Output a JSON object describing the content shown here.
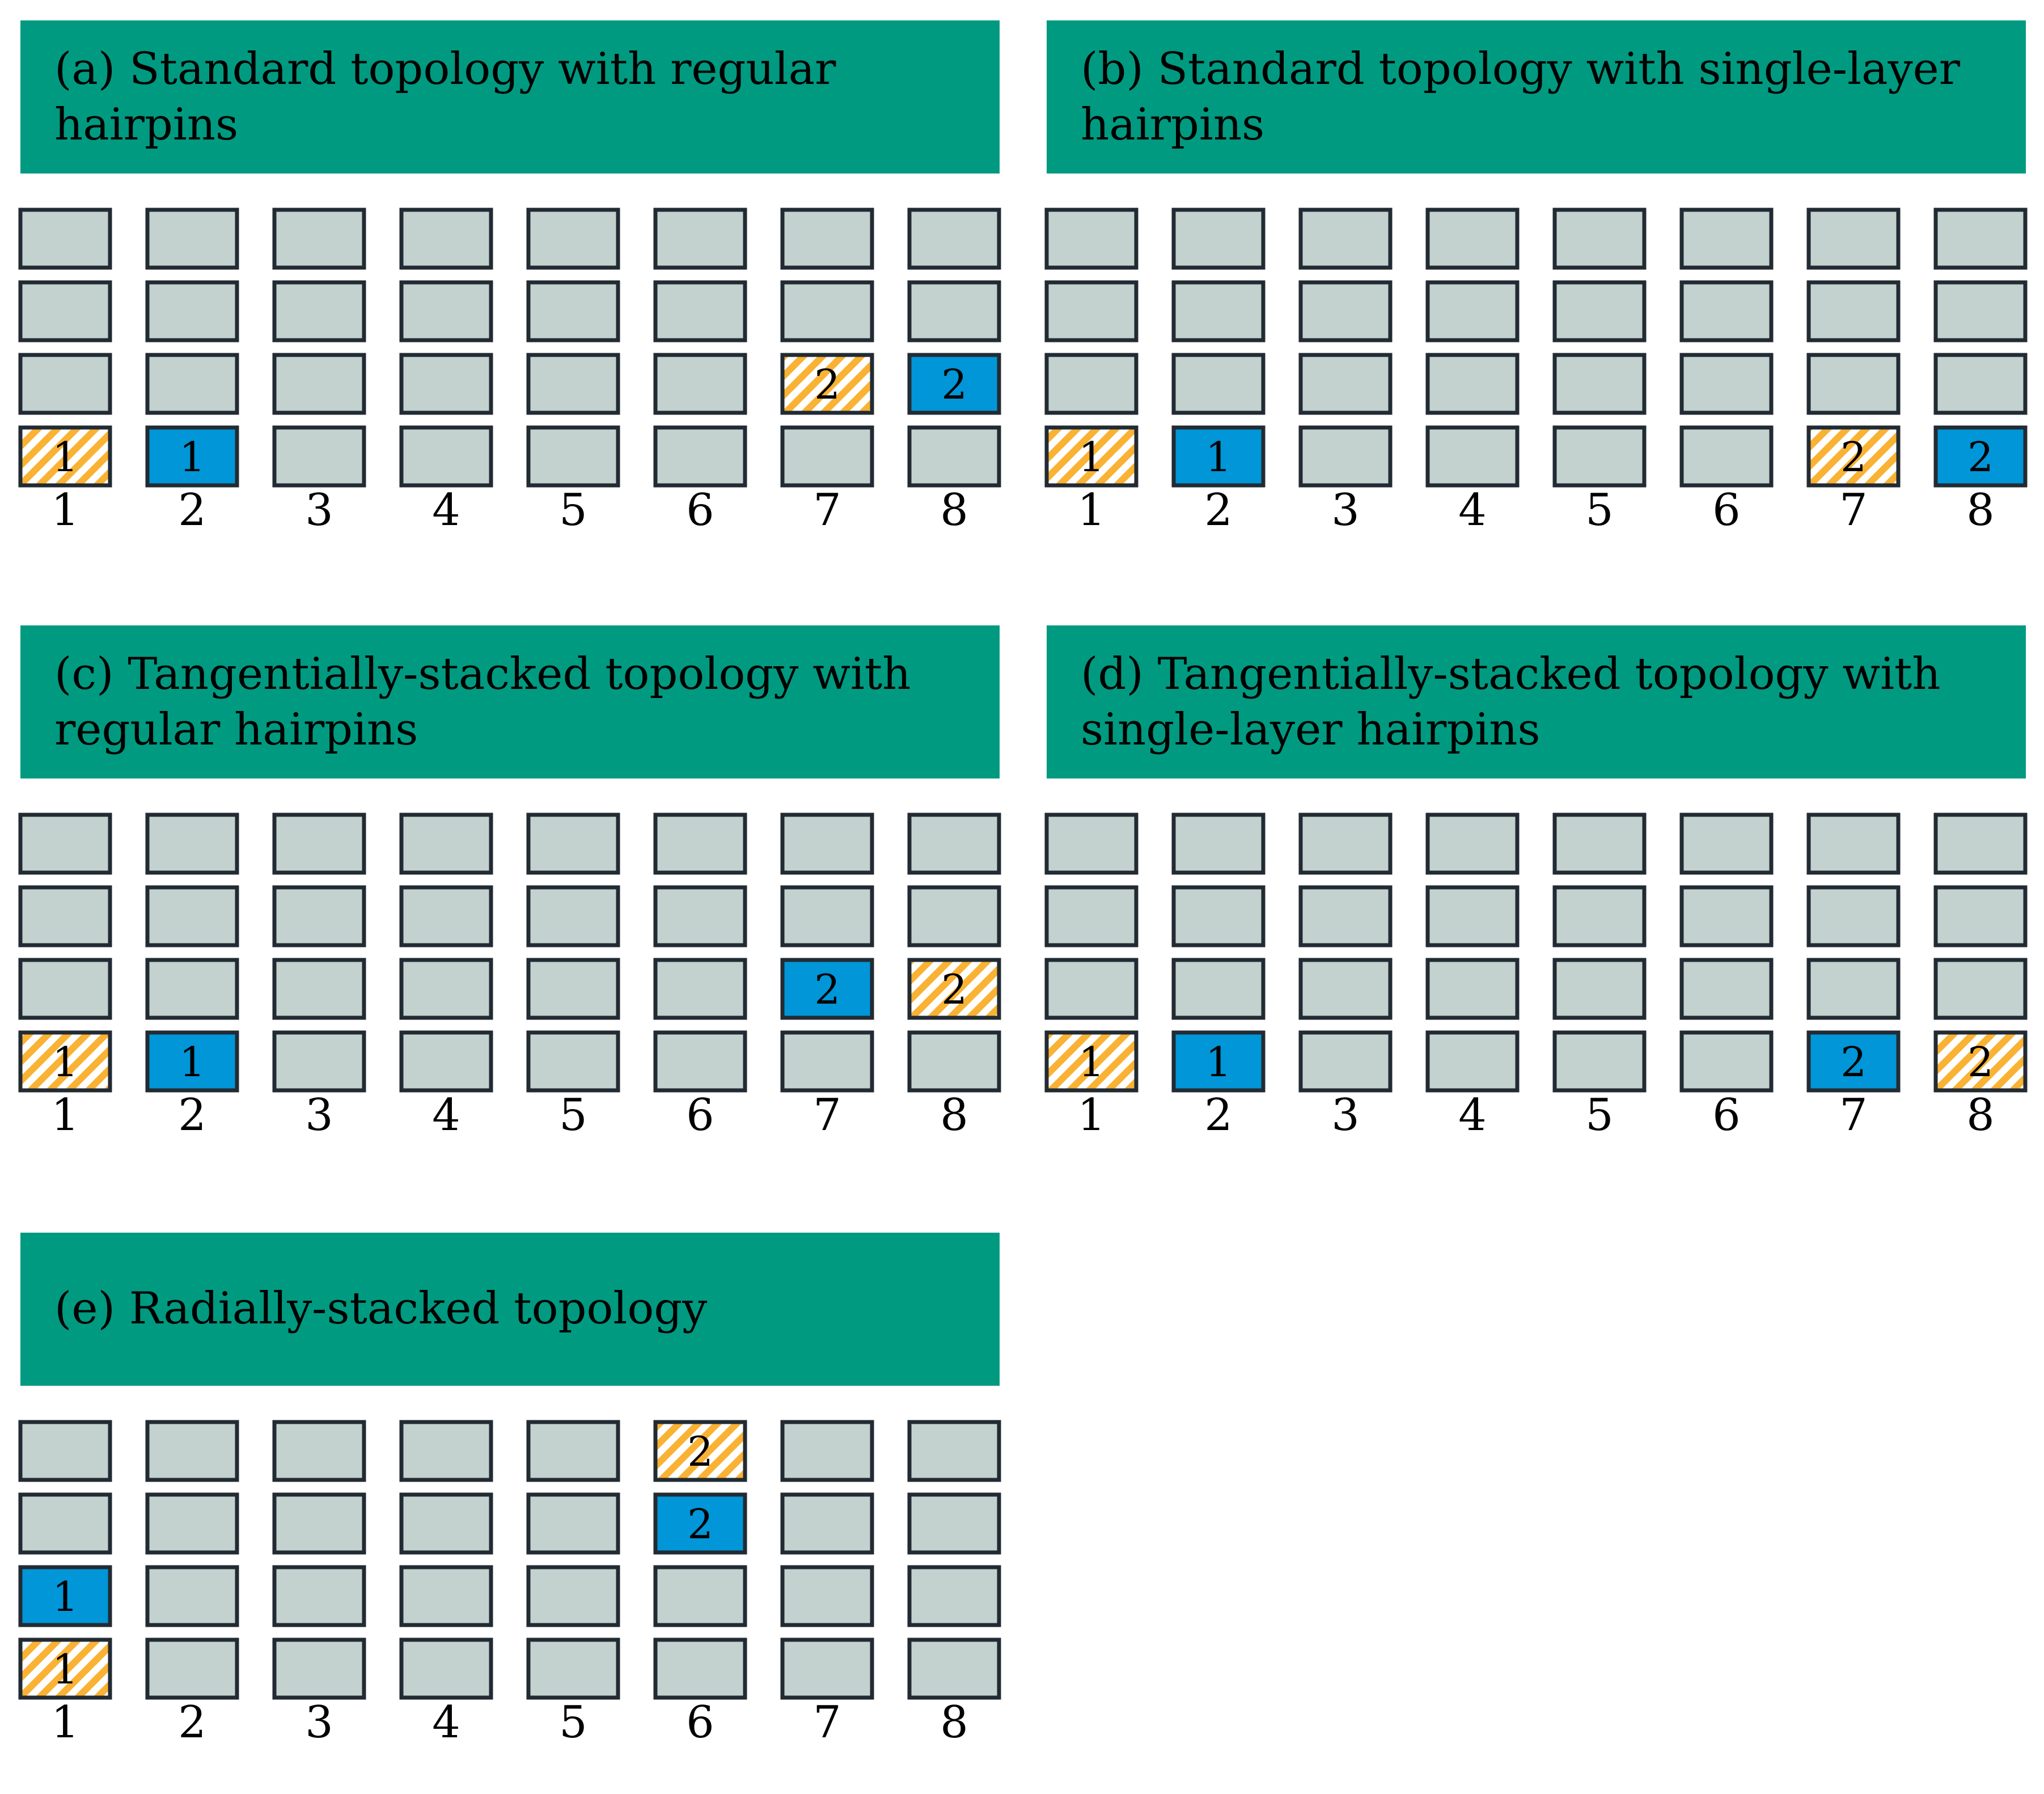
{
  "colors": {
    "header_bg": "#009a81",
    "cell_empty": "#c3d1cf",
    "cell_border": "#222b33",
    "cell_blue": "#0096d8",
    "hatch_yellow": "#f9b233",
    "hatch_white": "#ffffff"
  },
  "legend_styles": [
    "empty",
    "blue",
    "hatch"
  ],
  "panels": [
    {
      "title_lines": [
        "(a) Standard topology with regular",
        "hairpins"
      ],
      "columns": [
        "1",
        "2",
        "3",
        "4",
        "5",
        "6",
        "7",
        "8"
      ],
      "marked_slots": [
        {
          "column": 1,
          "layer": 1,
          "style": "hatch",
          "label": "1"
        },
        {
          "column": 2,
          "layer": 1,
          "style": "blue",
          "label": "1"
        },
        {
          "column": 7,
          "layer": 2,
          "style": "hatch",
          "label": "2"
        },
        {
          "column": 8,
          "layer": 2,
          "style": "blue",
          "label": "2"
        }
      ]
    },
    {
      "title_lines": [
        "(b) Standard topology with single-layer",
        "hairpins"
      ],
      "columns": [
        "1",
        "2",
        "3",
        "4",
        "5",
        "6",
        "7",
        "8"
      ],
      "marked_slots": [
        {
          "column": 1,
          "layer": 1,
          "style": "hatch",
          "label": "1"
        },
        {
          "column": 2,
          "layer": 1,
          "style": "blue",
          "label": "1"
        },
        {
          "column": 7,
          "layer": 1,
          "style": "hatch",
          "label": "2"
        },
        {
          "column": 8,
          "layer": 1,
          "style": "blue",
          "label": "2"
        }
      ]
    },
    {
      "title_lines": [
        "(c) Tangentially-stacked topology with",
        "regular hairpins"
      ],
      "columns": [
        "1",
        "2",
        "3",
        "4",
        "5",
        "6",
        "7",
        "8"
      ],
      "marked_slots": [
        {
          "column": 1,
          "layer": 1,
          "style": "hatch",
          "label": "1"
        },
        {
          "column": 2,
          "layer": 1,
          "style": "blue",
          "label": "1"
        },
        {
          "column": 7,
          "layer": 2,
          "style": "blue",
          "label": "2"
        },
        {
          "column": 8,
          "layer": 2,
          "style": "hatch",
          "label": "2"
        }
      ]
    },
    {
      "title_lines": [
        "(d) Tangentially-stacked topology with",
        "single-layer hairpins"
      ],
      "columns": [
        "1",
        "2",
        "3",
        "4",
        "5",
        "6",
        "7",
        "8"
      ],
      "marked_slots": [
        {
          "column": 1,
          "layer": 1,
          "style": "hatch",
          "label": "1"
        },
        {
          "column": 2,
          "layer": 1,
          "style": "blue",
          "label": "1"
        },
        {
          "column": 7,
          "layer": 1,
          "style": "blue",
          "label": "2"
        },
        {
          "column": 8,
          "layer": 1,
          "style": "hatch",
          "label": "2"
        }
      ]
    },
    {
      "title_lines": [
        "(e) Radially-stacked topology"
      ],
      "columns": [
        "1",
        "2",
        "3",
        "4",
        "5",
        "6",
        "7",
        "8"
      ],
      "marked_slots": [
        {
          "column": 1,
          "layer": 1,
          "style": "hatch",
          "label": "1"
        },
        {
          "column": 1,
          "layer": 2,
          "style": "blue",
          "label": "1"
        },
        {
          "column": 6,
          "layer": 3,
          "style": "blue",
          "label": "2"
        },
        {
          "column": 6,
          "layer": 4,
          "style": "hatch",
          "label": "2"
        }
      ]
    }
  ]
}
